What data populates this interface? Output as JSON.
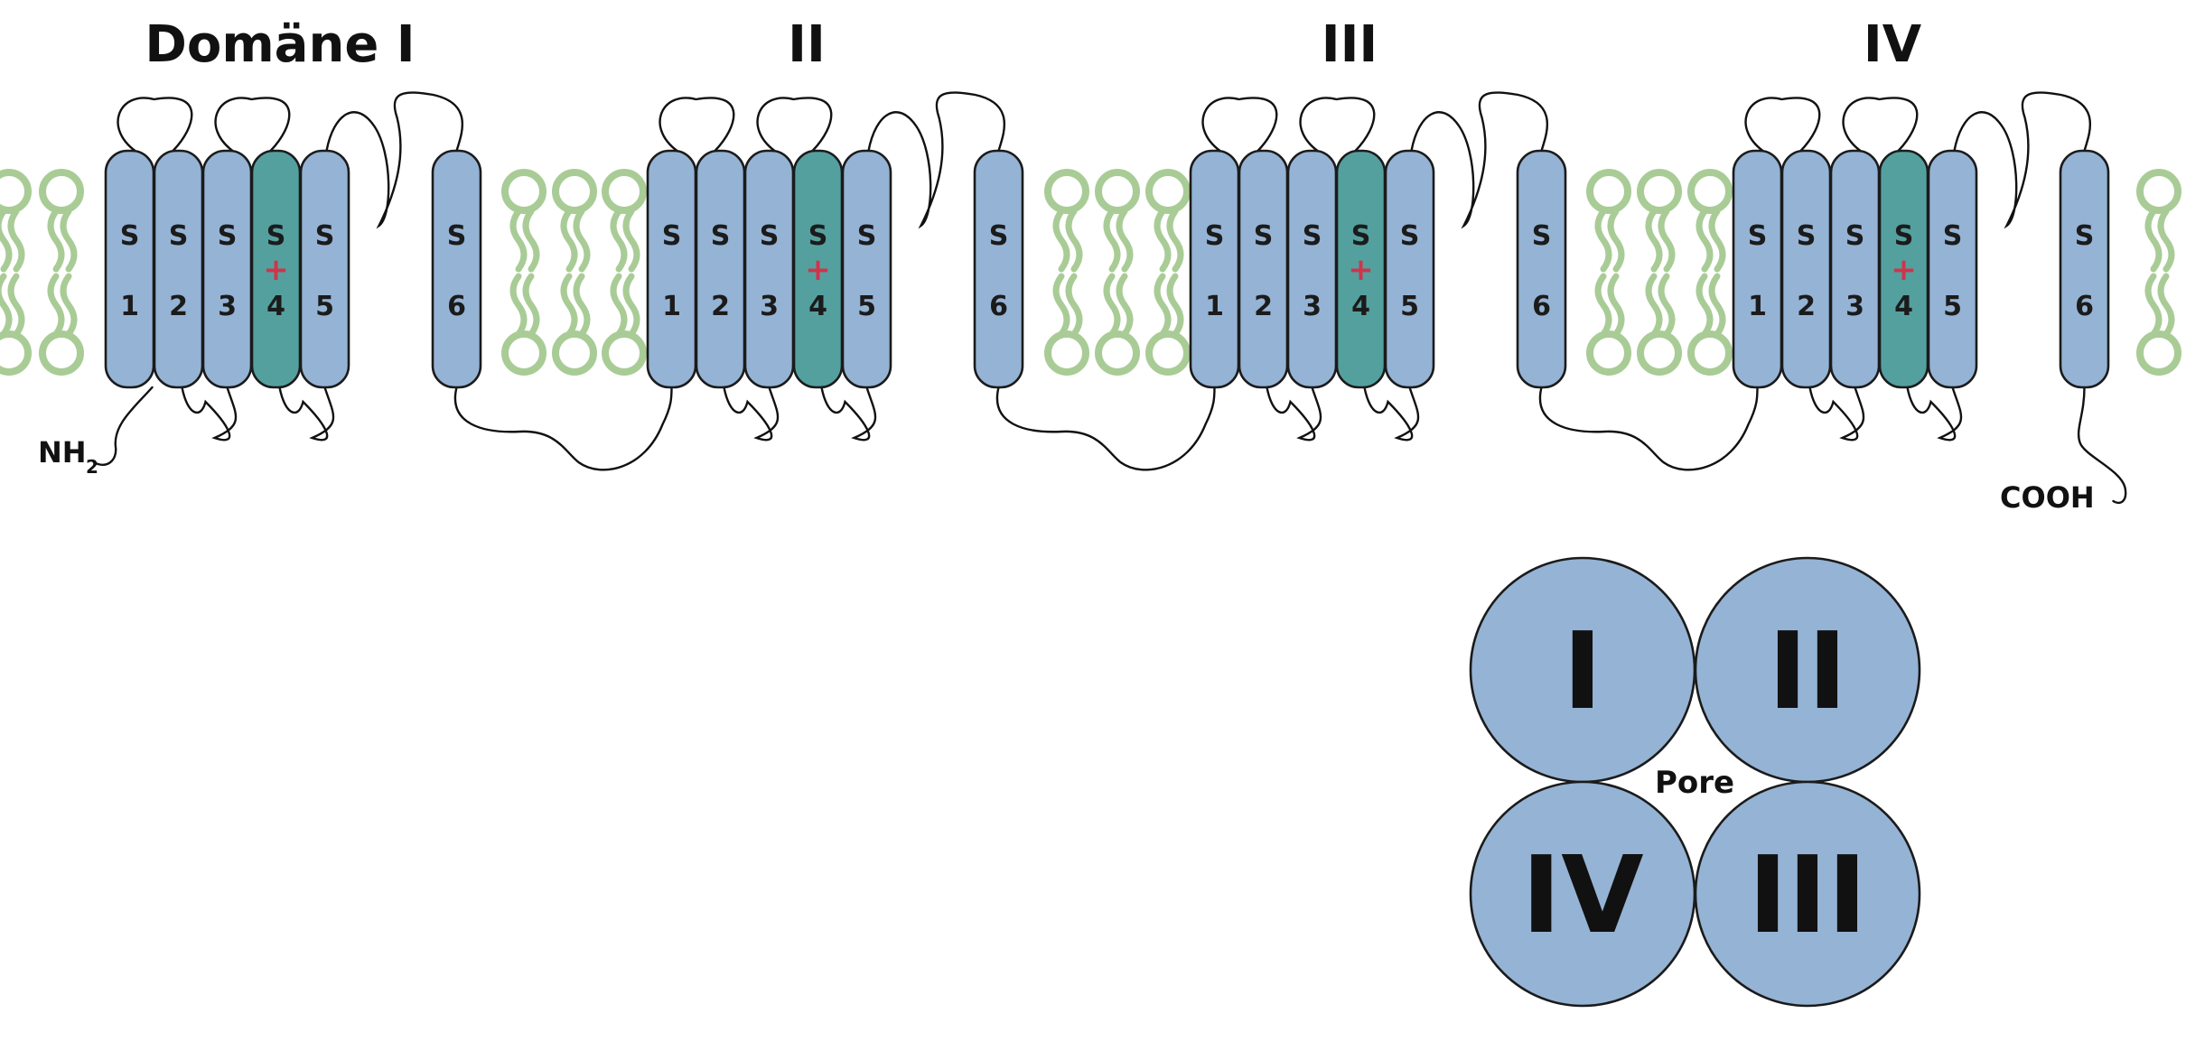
{
  "domains": [
    {
      "title": "Domäne I"
    },
    {
      "title": "II"
    },
    {
      "title": "III"
    },
    {
      "title": "IV"
    }
  ],
  "segment_letter": "S",
  "segment_numbers": [
    "1",
    "2",
    "3",
    "4",
    "5",
    "6"
  ],
  "voltage_sensor_mark": "+",
  "n_terminus": {
    "main": "NH",
    "sub": "2"
  },
  "c_terminus": "COOH",
  "pore_view": {
    "circles": [
      "I",
      "II",
      "IV",
      "III"
    ],
    "center_label": "Pore"
  },
  "colors": {
    "segment": "#95b3d4",
    "voltage_sensor_segment": "#54a09f",
    "lipid": "#a9cc96",
    "charge_mark": "#d0344b",
    "outline": "#1b1b1b"
  }
}
